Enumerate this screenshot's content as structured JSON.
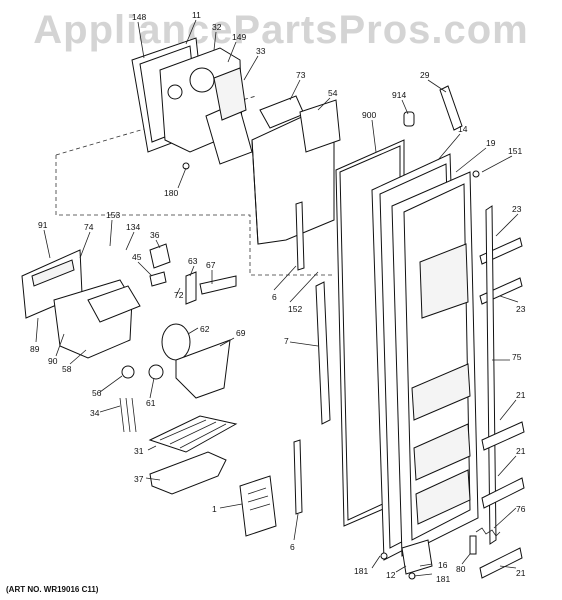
{
  "watermark": "AppliancePartsPros.com",
  "art_number": "(ART NO. WR19016 C11)",
  "part_labels": {
    "p148": "148",
    "p11": "11",
    "p32": "32",
    "p149": "149",
    "p33": "33",
    "p73": "73",
    "p54": "54",
    "p914": "914",
    "p29": "29",
    "p900": "900",
    "p14": "14",
    "p19": "19",
    "p151": "151",
    "p180": "180",
    "p23a": "23",
    "p91": "91",
    "p74": "74",
    "p153": "153",
    "p134": "134",
    "p36": "36",
    "p45": "45",
    "p63": "63",
    "p67": "67",
    "p72": "72",
    "p6a": "6",
    "p152": "152",
    "p23b": "23",
    "p62": "62",
    "p69": "69",
    "p89": "89",
    "p90": "90",
    "p58": "58",
    "p7": "7",
    "p75": "75",
    "p56": "56",
    "p61": "61",
    "p34": "34",
    "p21a": "21",
    "p31": "31",
    "p21b": "21",
    "p37": "37",
    "p1": "1",
    "p6b": "6",
    "p76": "76",
    "p181a": "181",
    "p12": "12",
    "p16": "16",
    "p80": "80",
    "p181b": "181",
    "p21c": "21"
  }
}
